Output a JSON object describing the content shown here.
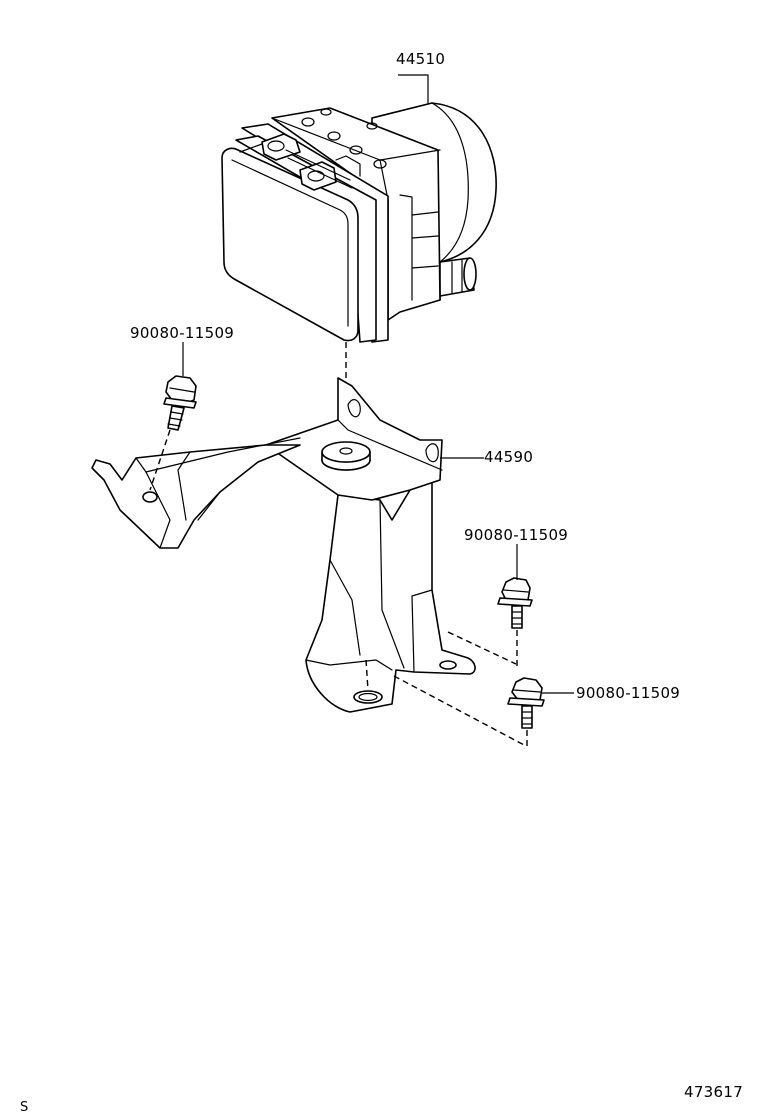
{
  "parts": {
    "actuator": {
      "number": "44510"
    },
    "bracket": {
      "number": "44590"
    },
    "bolt_upper_left": {
      "number": "90080-11509"
    },
    "bolt_right_upper": {
      "number": "90080-11509"
    },
    "bolt_right_lower": {
      "number": "90080-11509"
    }
  },
  "footer": {
    "diagram_id": "473617",
    "corner_mark": "S"
  }
}
